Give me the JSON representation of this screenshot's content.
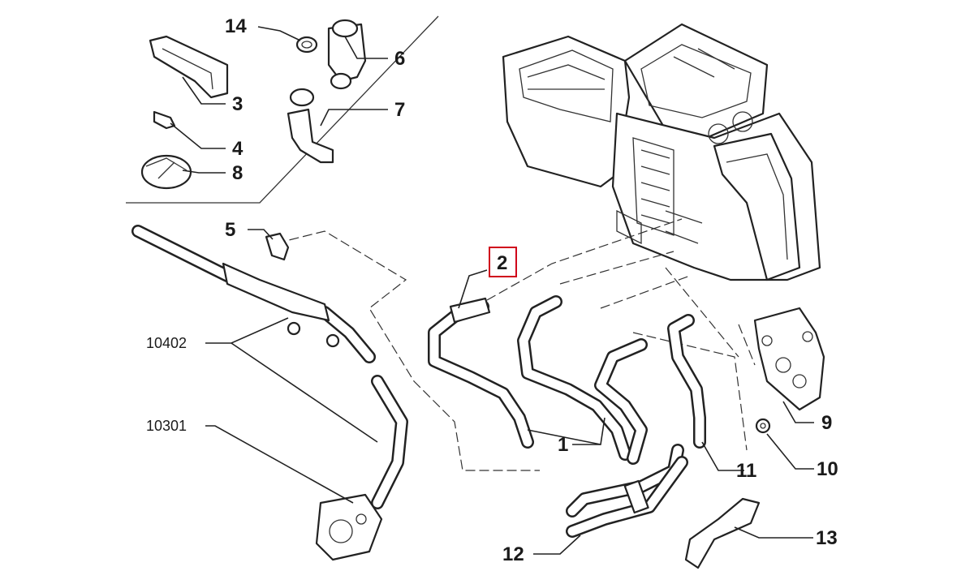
{
  "callouts": {
    "c14": "14",
    "c6": "6",
    "c3": "3",
    "c7": "7",
    "c4": "4",
    "c8": "8",
    "c5": "5",
    "c2": "2",
    "c10402": "10402",
    "c10301": "10301",
    "c1": "1",
    "c9": "9",
    "c10": "10",
    "c11": "11",
    "c12": "12",
    "c13": "13"
  },
  "highlighted_callout": "2",
  "colors": {
    "highlight": "#d0021b",
    "line": "#222222"
  }
}
